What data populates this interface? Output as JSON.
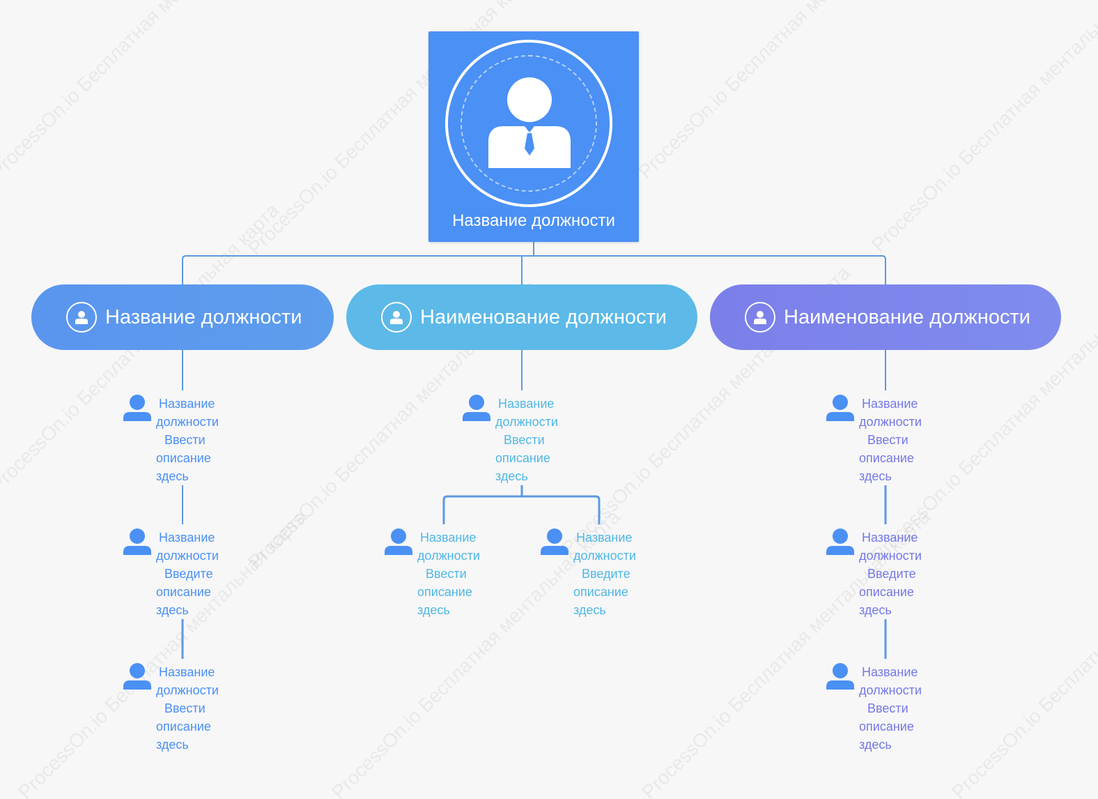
{
  "colors": {
    "root": "#4a90f5",
    "branch_left": "#5a98ed",
    "branch_middle": "#5cb9e8",
    "branch_right": "#7f86ee",
    "connector": "#5b9ae0",
    "background": "#f7f7f8"
  },
  "watermark": {
    "text": "ProcessOn.io Бесплатная ментальная карта"
  },
  "root": {
    "title": "Название должности",
    "icon": "person-with-tie-icon"
  },
  "branches": [
    {
      "title": "Название должности",
      "icon": "person-circle-icon",
      "children": [
        {
          "title_line1": "Название",
          "title_line2": "должности",
          "desc_line1": "Ввести",
          "desc_line2": "описание",
          "desc_line3": "здесь"
        },
        {
          "title_line1": "Название",
          "title_line2": "должности",
          "desc_line1": "Введите",
          "desc_line2": "описание",
          "desc_line3": "здесь"
        },
        {
          "title_line1": "Название",
          "title_line2": "должности",
          "desc_line1": "Ввести",
          "desc_line2": "описание",
          "desc_line3": "здесь"
        }
      ]
    },
    {
      "title": "Наименование должности",
      "icon": "person-circle-icon",
      "children": [
        {
          "title_line1": "Название",
          "title_line2": "должности",
          "desc_line1": "Ввести",
          "desc_line2": "описание",
          "desc_line3": "здесь"
        },
        {
          "title_line1": "Название",
          "title_line2": "должности",
          "desc_line1": "Ввести",
          "desc_line2": "описание",
          "desc_line3": "здесь"
        },
        {
          "title_line1": "Название",
          "title_line2": "должности",
          "desc_line1": "Введите",
          "desc_line2": "описание",
          "desc_line3": "здесь"
        }
      ]
    },
    {
      "title": "Наименование должности",
      "icon": "person-circle-icon",
      "children": [
        {
          "title_line1": "Название",
          "title_line2": "должности",
          "desc_line1": "Ввести",
          "desc_line2": "описание",
          "desc_line3": "здесь"
        },
        {
          "title_line1": "Название",
          "title_line2": "должности",
          "desc_line1": "Введите",
          "desc_line2": "описание",
          "desc_line3": "здесь"
        },
        {
          "title_line1": "Название",
          "title_line2": "должности",
          "desc_line1": "Ввести",
          "desc_line2": "описание",
          "desc_line3": "здесь"
        }
      ]
    }
  ]
}
